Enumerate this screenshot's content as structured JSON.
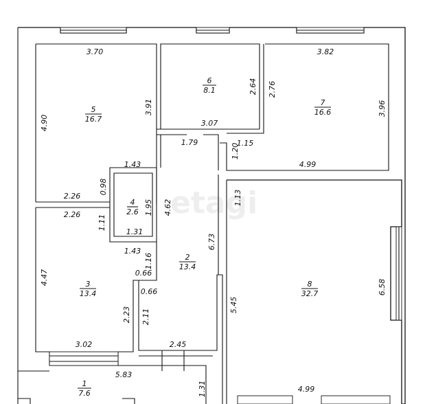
{
  "watermark": "etagi",
  "rooms": [
    {
      "id": "1",
      "area": "7.6"
    },
    {
      "id": "2",
      "area": "13.4"
    },
    {
      "id": "3",
      "area": "13.4"
    },
    {
      "id": "4",
      "area": "2.6"
    },
    {
      "id": "5",
      "area": "16.7"
    },
    {
      "id": "6",
      "area": "8.1"
    },
    {
      "id": "7",
      "area": "16.6"
    },
    {
      "id": "8",
      "area": "32.7"
    }
  ],
  "dimensions": {
    "r5_top": "3.70",
    "r5_left": "4.90",
    "r5_right": "3.91",
    "r5_bottom": "2.26",
    "r6_right": "2.64",
    "r6_bottom": "3.07",
    "r7_top": "3.82",
    "r7_left": "2.76",
    "r7_right": "3.96",
    "r7_bottom": "4.99",
    "r7_step_w": "1.15",
    "r7_step_h": "1.20",
    "hall_top": "1.79",
    "hall_len": "4.62",
    "hall_right": "6.73",
    "r4_top": "1.43",
    "r4_left": "0.98",
    "r4_right": "1.95",
    "r4_bottom": "1.31",
    "r3_top": "2.26",
    "r3_step_h": "1.11",
    "r3_step_w": "1.43",
    "r3_left": "4.47",
    "r3_right": "2.23",
    "r3_bottom": "3.02",
    "r2_step_h": "1.16",
    "r2_step_w1": "0.66",
    "r2_step_w2": "0.66",
    "r2_left": "2.11",
    "r2_bottom": "2.45",
    "r8_left_top": "1.13",
    "r8_left": "5.45",
    "r8_right": "6.58",
    "r8_bottom": "4.99",
    "r1_top": "5.83",
    "r1_right": "1.31"
  }
}
